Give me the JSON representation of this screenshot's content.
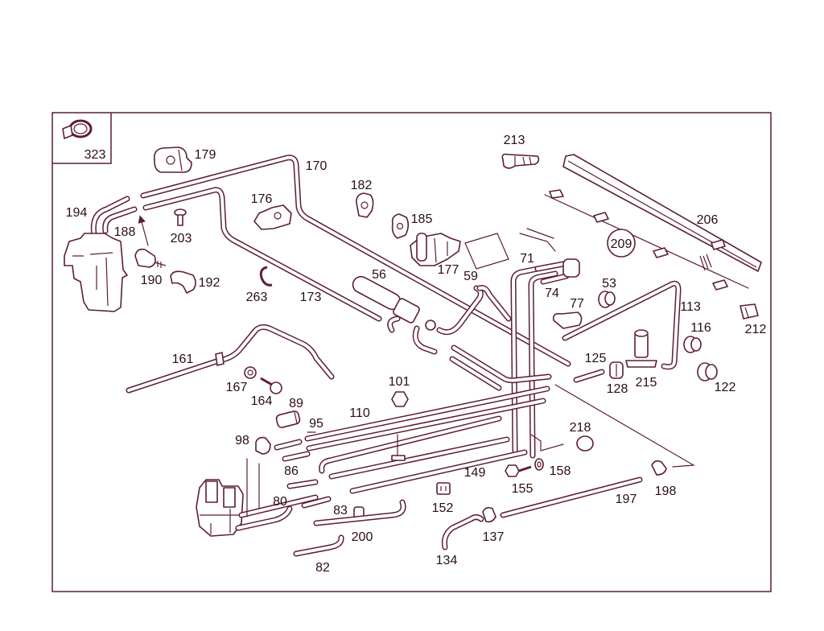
{
  "colors": {
    "line": "#5c1f2e",
    "text": "#2b0d14",
    "background": "#ffffff"
  },
  "callouts": [
    "323",
    "179",
    "170",
    "213",
    "182",
    "176",
    "185",
    "206",
    "194",
    "188",
    "203",
    "209",
    "71",
    "177",
    "59",
    "190",
    "192",
    "56",
    "53",
    "74",
    "263",
    "173",
    "77",
    "113",
    "116",
    "212",
    "161",
    "125",
    "101",
    "128",
    "215",
    "122",
    "167",
    "164",
    "89",
    "95",
    "110",
    "218",
    "98",
    "86",
    "149",
    "158",
    "155",
    "198",
    "197",
    "80",
    "83",
    "152",
    "137",
    "200",
    "134",
    "82"
  ]
}
